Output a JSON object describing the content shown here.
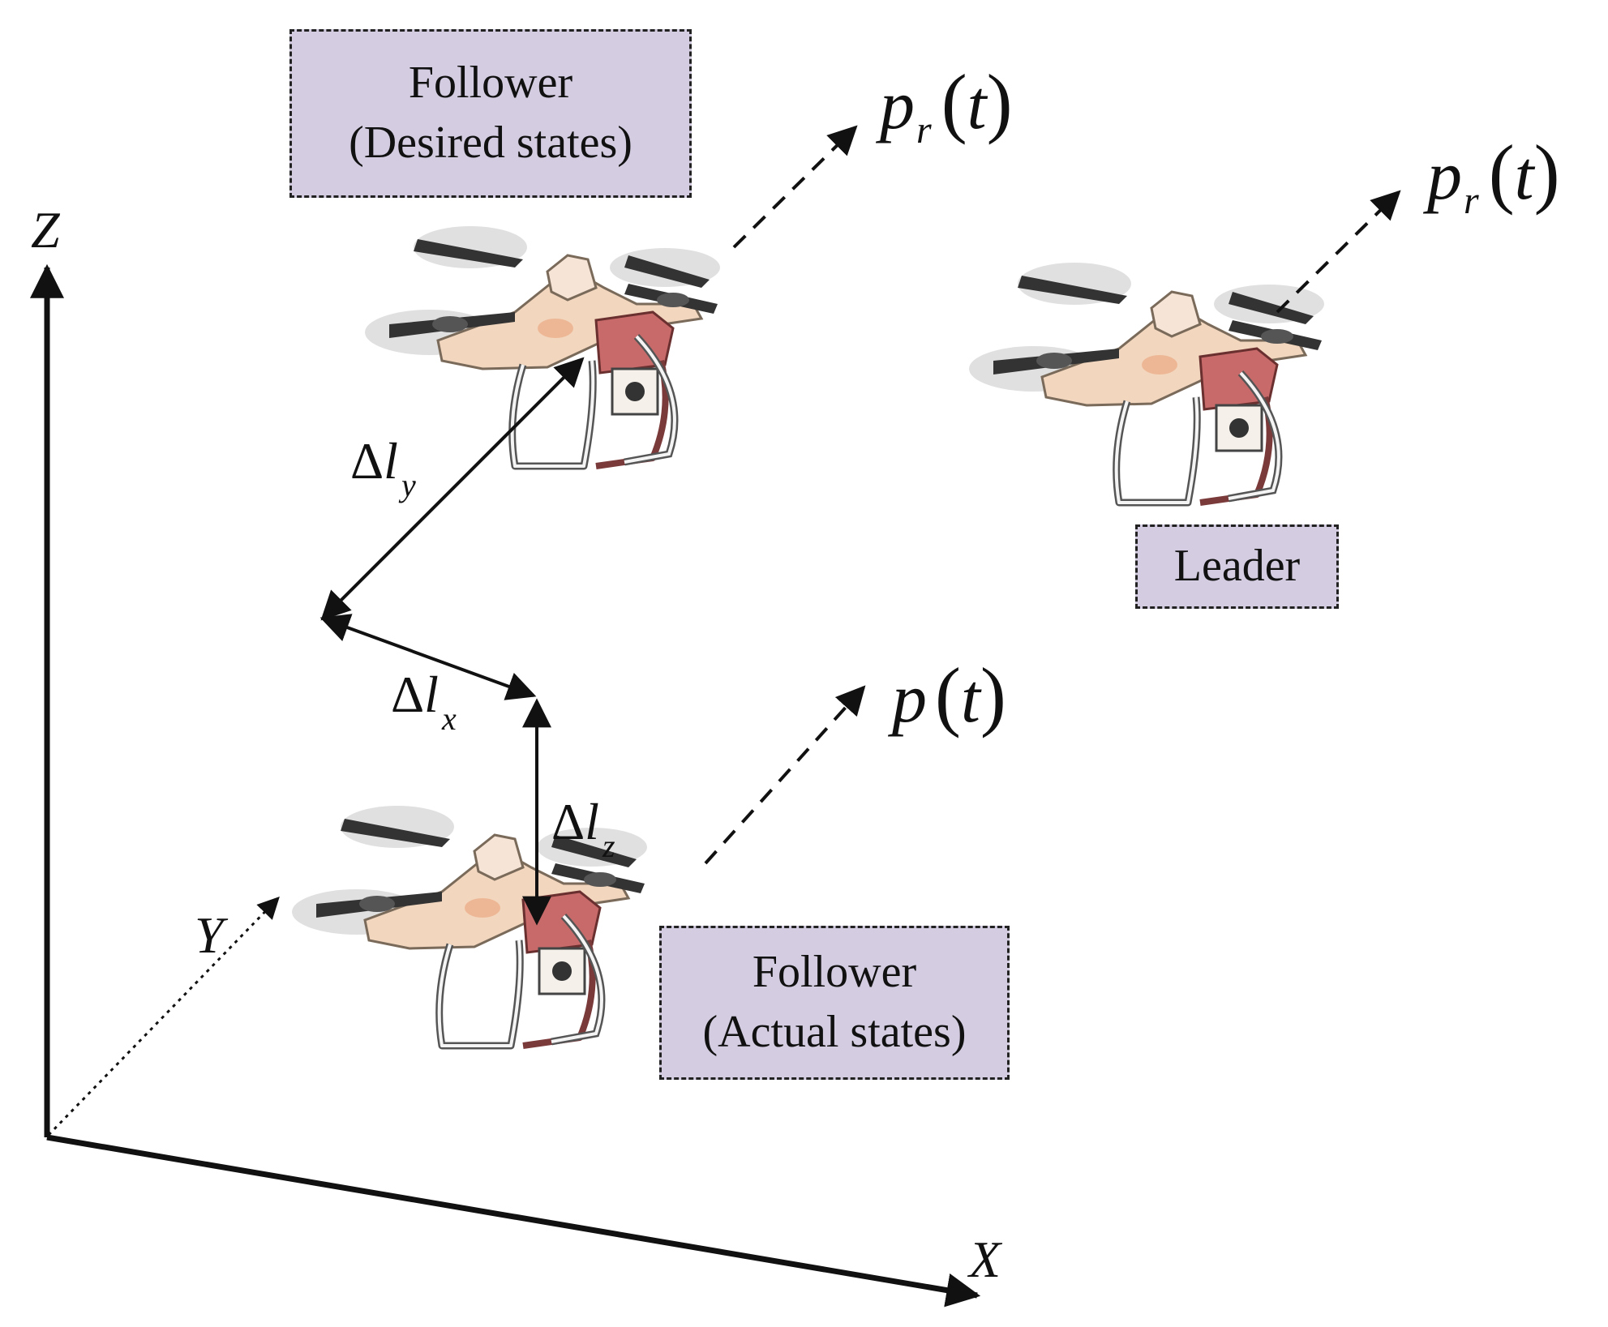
{
  "colors": {
    "box_fill": "#d4cce0",
    "line": "#111111",
    "drone_body": "#f2d6be",
    "drone_accent": "#c86a6a",
    "drone_frame": "#555555",
    "rotor": "#333333"
  },
  "labels": {
    "follower_desired": {
      "line1": "Follower",
      "line2": "(Desired states)"
    },
    "follower_actual": {
      "line1": "Follower",
      "line2": "(Actual states)"
    },
    "leader": "Leader"
  },
  "axes": {
    "x": "X",
    "y": "Y",
    "z": "Z"
  },
  "math": {
    "p": "p",
    "r": "r",
    "t": "t",
    "open": "(",
    "close": ")",
    "delta": "Δ",
    "l": "l",
    "sub_x": "x",
    "sub_y": "y",
    "sub_z": "z"
  },
  "icons": {
    "drone": "quadcopter-drone-icon"
  }
}
